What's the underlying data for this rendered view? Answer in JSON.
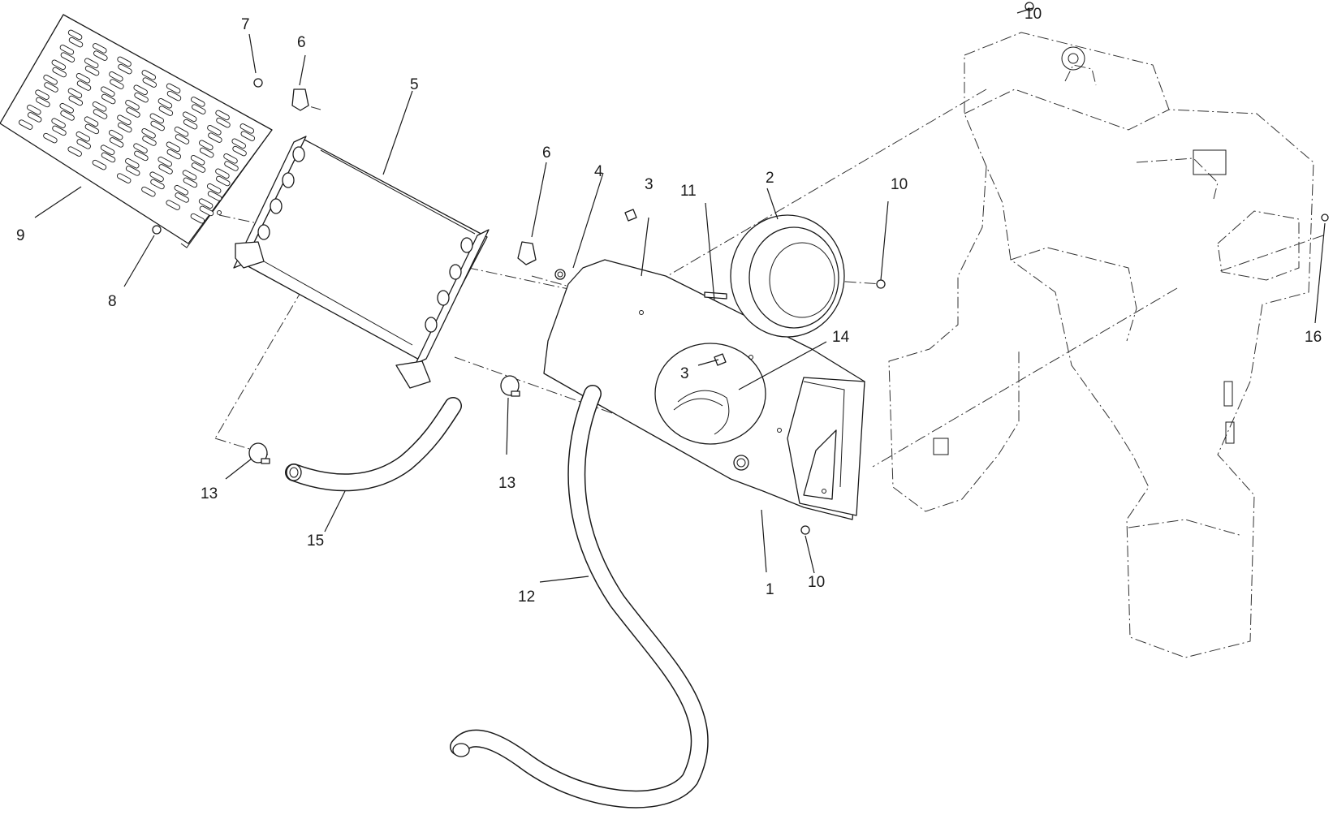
{
  "diagram": {
    "callouts": [
      {
        "id": "c1",
        "label": "1"
      },
      {
        "id": "c2",
        "label": "2"
      },
      {
        "id": "c3a",
        "label": "3"
      },
      {
        "id": "c3b",
        "label": "3"
      },
      {
        "id": "c4",
        "label": "4"
      },
      {
        "id": "c5",
        "label": "5"
      },
      {
        "id": "c6a",
        "label": "6"
      },
      {
        "id": "c6b",
        "label": "6"
      },
      {
        "id": "c7",
        "label": "7"
      },
      {
        "id": "c8",
        "label": "8"
      },
      {
        "id": "c9",
        "label": "9"
      },
      {
        "id": "c10a",
        "label": "10"
      },
      {
        "id": "c10b",
        "label": "10"
      },
      {
        "id": "c10c",
        "label": "10"
      },
      {
        "id": "c11",
        "label": "11"
      },
      {
        "id": "c12",
        "label": "12"
      },
      {
        "id": "c13a",
        "label": "13"
      },
      {
        "id": "c13b",
        "label": "13"
      },
      {
        "id": "c14",
        "label": "14"
      },
      {
        "id": "c15",
        "label": "15"
      },
      {
        "id": "c16",
        "label": "16"
      }
    ]
  }
}
